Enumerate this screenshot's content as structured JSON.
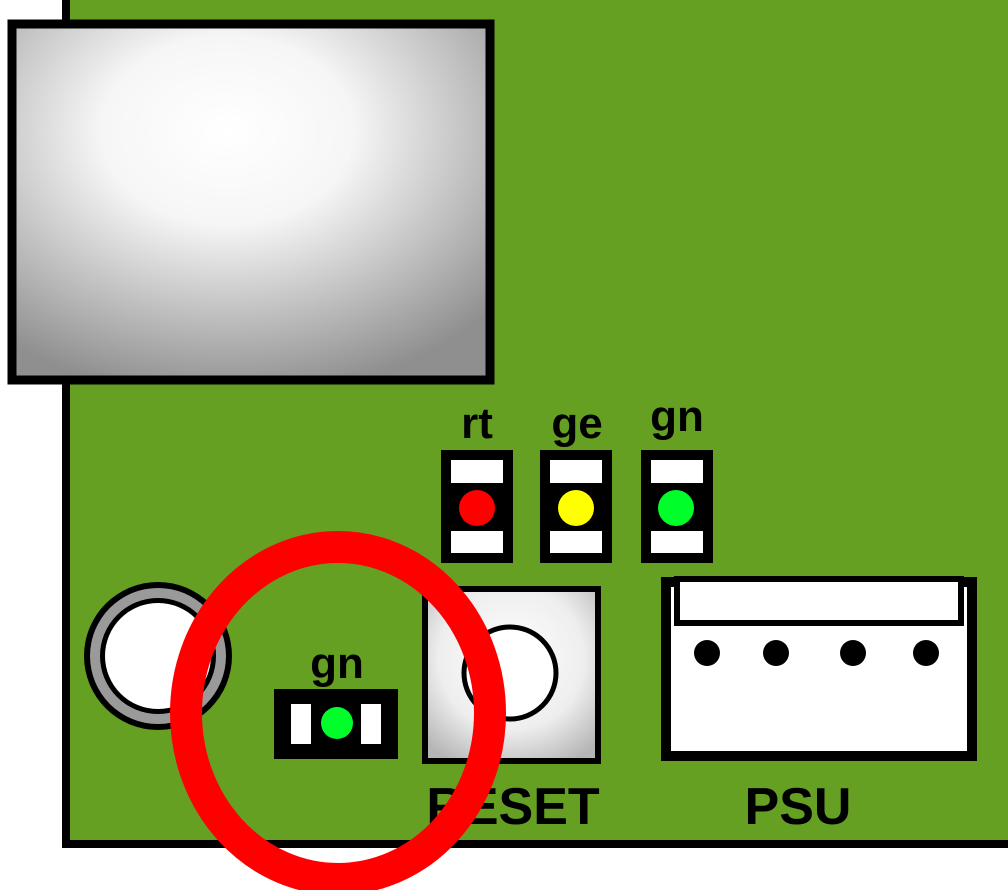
{
  "colors": {
    "pcb": "#65a023",
    "outline": "#000000",
    "led_red": "#ff0000",
    "led_yellow": "#ffff00",
    "led_green": "#00ff2a",
    "highlight_ring": "#ff0000"
  },
  "status_leds": [
    {
      "label": "rt",
      "color": "red"
    },
    {
      "label": "ge",
      "color": "yellow"
    },
    {
      "label": "gn",
      "color": "green"
    }
  ],
  "single_led": {
    "label": "gn",
    "color": "green"
  },
  "reset_button": {
    "label": "RESET"
  },
  "psu_connector": {
    "label": "PSU",
    "pins": 4
  },
  "icons": [
    "speaker-icon",
    "mounting-hole-icon",
    "button-icon",
    "connector-icon"
  ]
}
